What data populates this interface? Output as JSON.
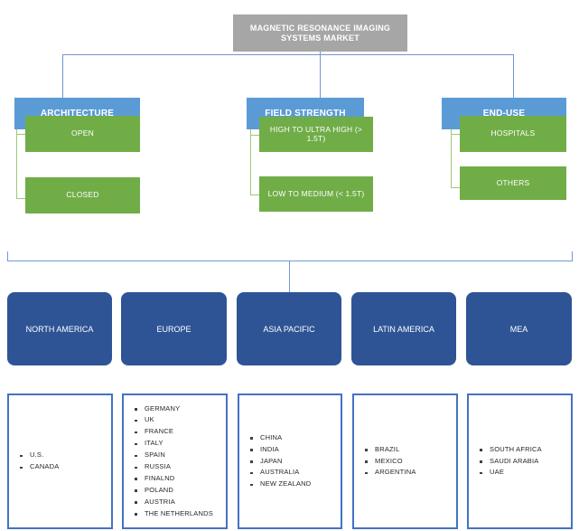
{
  "diagram": {
    "root": {
      "label": "MAGNETIC RESONANCE IMAGING SYSTEMS MARKET",
      "color": "#a6a6a6"
    },
    "segment_color": "#5b9bd5",
    "sub_color": "#70ad47",
    "region_color": "#2e5496",
    "list_border_color": "#4472c4",
    "segments": [
      {
        "label": "ARCHITECTURE",
        "children": [
          {
            "label": "OPEN"
          },
          {
            "label": "CLOSED"
          }
        ]
      },
      {
        "label": "FIELD STRENGTH",
        "children": [
          {
            "label": "HIGH TO ULTRA HIGH (> 1.5T)"
          },
          {
            "label": "LOW TO MEDIUM (< 1.5T)"
          }
        ]
      },
      {
        "label": "END-USE",
        "children": [
          {
            "label": "HOSPITALS"
          },
          {
            "label": "OTHERS"
          }
        ]
      }
    ],
    "regions": [
      {
        "label": "NORTH AMERICA",
        "countries": [
          "U.S.",
          "CANADA"
        ]
      },
      {
        "label": "EUROPE",
        "countries": [
          "GERMANY",
          "UK",
          "FRANCE",
          "ITALY",
          "SPAIN",
          "RUSSIA",
          "FINALND",
          "POLAND",
          "AUSTRIA",
          "THE NETHERLANDS"
        ]
      },
      {
        "label": "ASIA PACIFIC",
        "countries": [
          "CHINA",
          "INDIA",
          "JAPAN",
          "AUSTRALIA",
          "NEW ZEALAND"
        ]
      },
      {
        "label": "LATIN AMERICA",
        "countries": [
          "BRAZIL",
          "MEXICO",
          "ARGENTINA"
        ]
      },
      {
        "label": "MEA",
        "countries": [
          "SOUTH AFRICA",
          "SAUDI ARABIA",
          "UAE"
        ]
      }
    ]
  }
}
